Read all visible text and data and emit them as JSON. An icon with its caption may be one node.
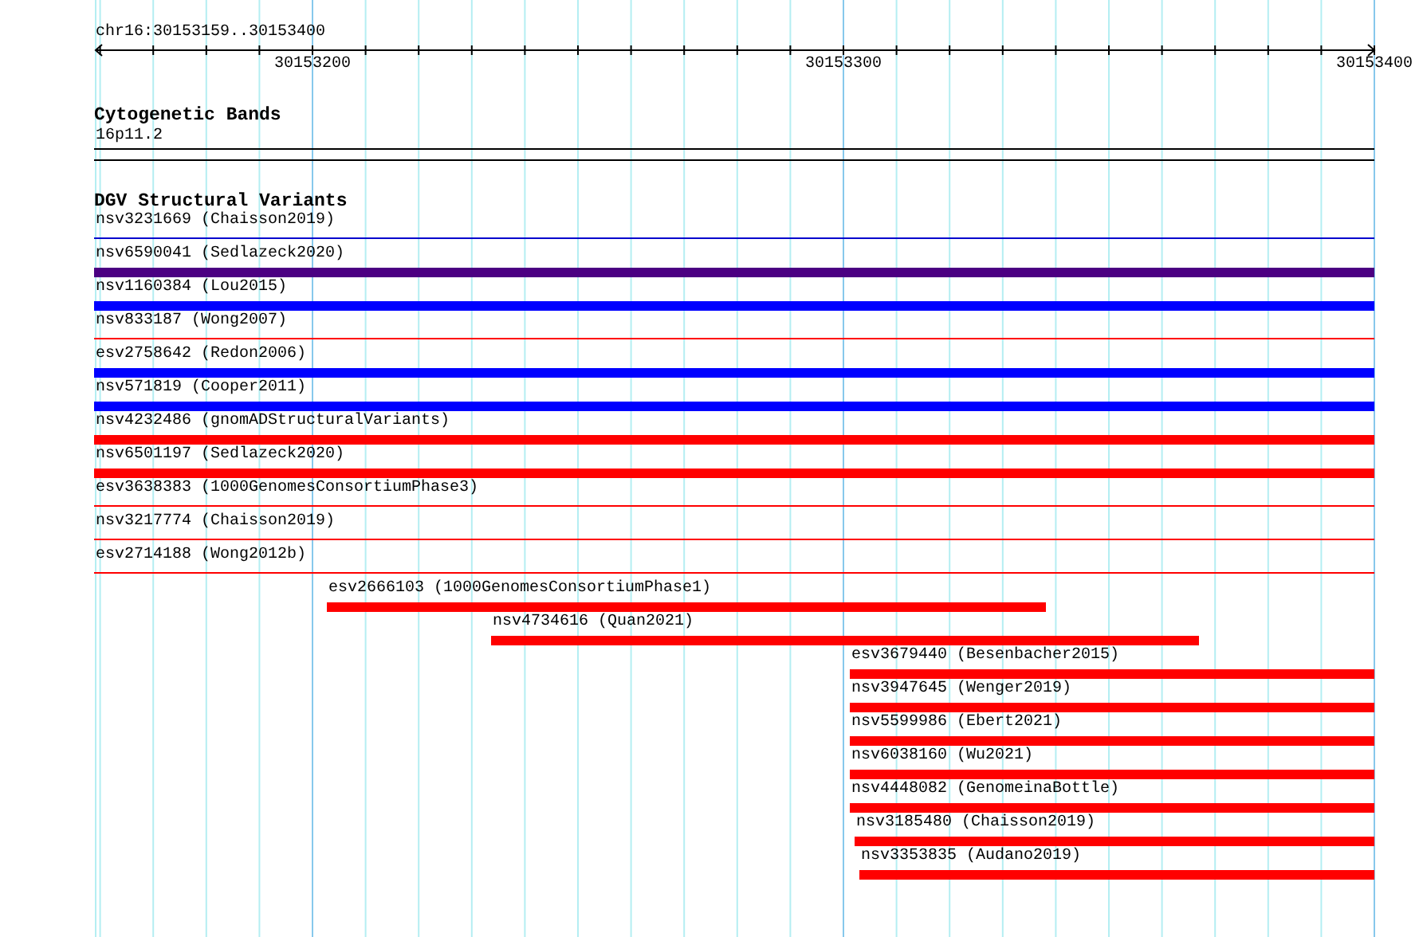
{
  "diagram": {
    "nodes": [
      {
        "text": [
          "16p11.2"
        ]
      },
      {
        "text": [
          "nsv3231669 (Chaisson2019)"
        ]
      },
      {
        "text": [
          "nsv6590041 (Sedlazeck2020)"
        ]
      },
      {
        "text": [
          "nsv1160384 (Lou2015)"
        ]
      },
      {
        "text": [
          "nsv833187 (Wong2007)"
        ]
      },
      {
        "text": [
          "esv2758642 (Redon2006)"
        ]
      },
      {
        "text": [
          "nsv571819 (Cooper2011)"
        ]
      },
      {
        "text": [
          "nsv4232486 (gnomADStructuralVariants)"
        ]
      },
      {
        "text": [
          "nsv6501197 (Sedlazeck2020)"
        ]
      },
      {
        "text": [
          "esv3638383 (1000GenomesConsortiumPhase3)"
        ]
      },
      {
        "text": [
          "nsv3217774 (Chaisson2019)"
        ]
      },
      {
        "text": [
          "esv2714188 (Wong2012b)"
        ]
      },
      {
        "text": [
          "esv2666103 (1000GenomesConsortiumPhase1)"
        ]
      },
      {
        "text": [
          "nsv4734616 (Quan2021)"
        ]
      },
      {
        "text": [
          "esv3679440 (Besenbacher2015)"
        ]
      },
      {
        "text": [
          "nsv3947645 (Wenger2019)"
        ]
      },
      {
        "text": [
          "nsv5599986 (Ebert2021)"
        ]
      },
      {
        "text": [
          "nsv6038160 (Wu2021)"
        ]
      },
      {
        "text": [
          "nsv4448082 (GenomeinaBottle)"
        ]
      },
      {
        "text": [
          "nsv3185480 (Chaisson2019)"
        ]
      },
      {
        "text": [
          "nsv3353835 (Audano2019)"
        ]
      }
    ],
    "edges": [],
    "labels": [
      "chr16:30153159..30153400",
      "30153200",
      "30153300",
      "30153400",
      "Cytogenetic Bands",
      "DGV Structural Variants"
    ]
  }
}
